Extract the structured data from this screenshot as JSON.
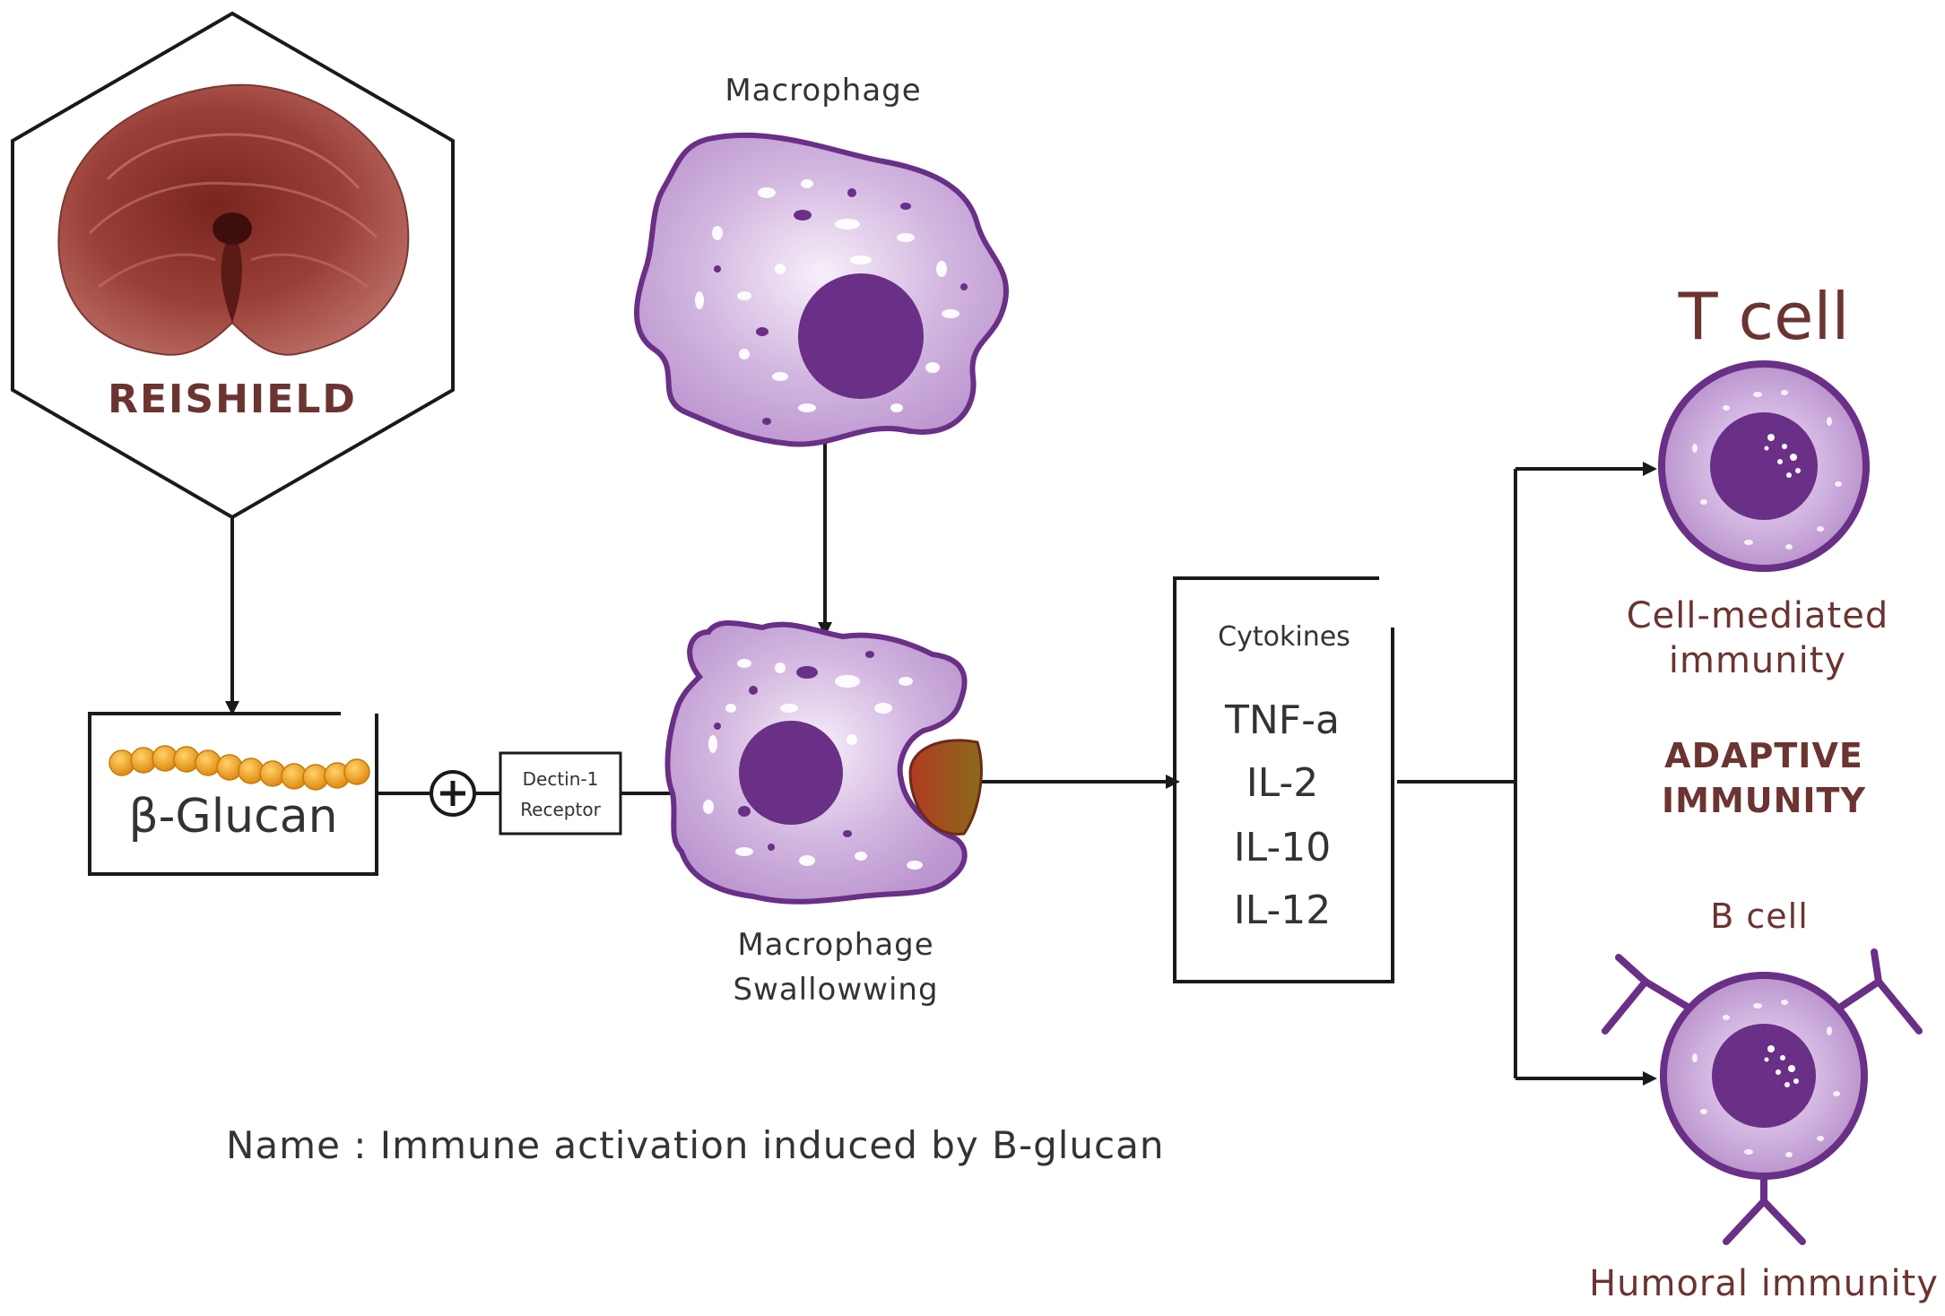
{
  "brand": {
    "name": "REISHIELD"
  },
  "glucan": {
    "label": "β-Glucan"
  },
  "receptor": {
    "line1": "Dectin-1",
    "line2": "Receptor"
  },
  "macrophage": {
    "label": "Macrophage"
  },
  "macrophage_swallowing": {
    "line1": "Macrophage",
    "line2": "Swallowwing"
  },
  "cytokines": {
    "title": "Cytokines",
    "items": [
      "TNF-a",
      "IL-2",
      "IL-10",
      "IL-12"
    ]
  },
  "t_cell": {
    "title": "T cell",
    "caption_line1": "Cell-mediated",
    "caption_line2": "immunity"
  },
  "adaptive": {
    "line1": "ADAPTIVE",
    "line2": "IMMUNITY"
  },
  "b_cell": {
    "title": "B cell",
    "caption": "Humoral immunity"
  },
  "caption": {
    "text": "Name : Immune activation induced by B-glucan"
  },
  "colors": {
    "accent_brown": "#6b3431",
    "cell_purple": "#6a2f86",
    "cytoplasm_lilac": "#c9a6d8",
    "bead_orange": "#f0a020",
    "line": "#1a1a1a"
  },
  "icons": [
    "reishi-mushroom-icon",
    "plus-circle-icon",
    "macrophage-icon",
    "t-cell-icon",
    "b-cell-icon",
    "antigen-particle-icon"
  ]
}
